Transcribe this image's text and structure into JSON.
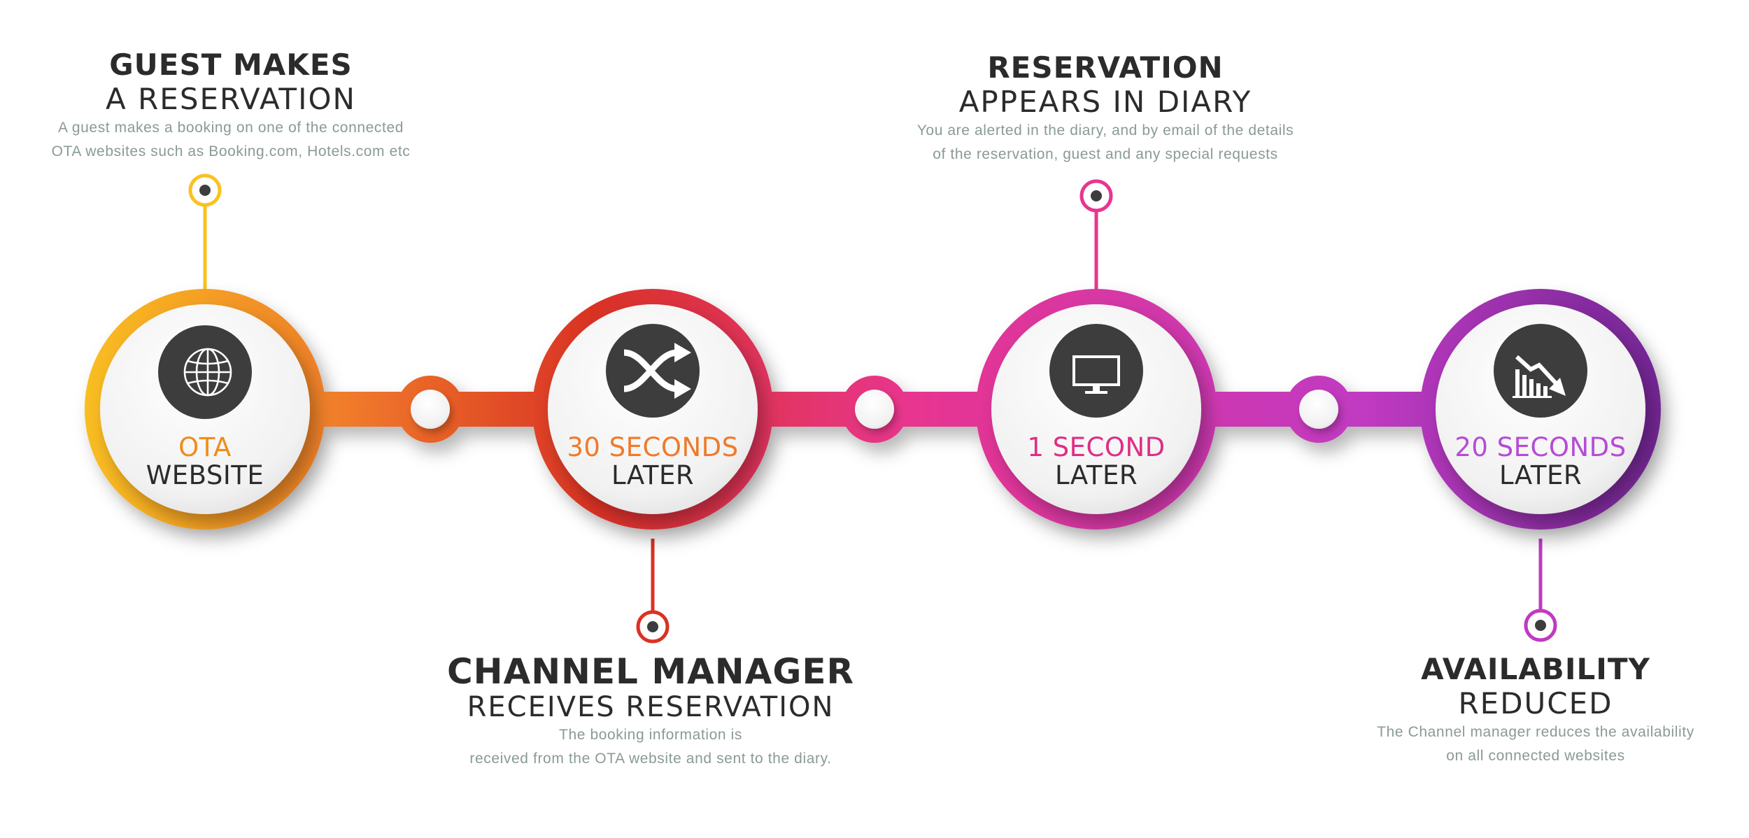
{
  "colors": {
    "yellow": "#f9c21f",
    "orange": "#f07a2a",
    "red": "#d93224",
    "pink": "#e8358f",
    "magenta": "#c03ac2",
    "purple": "#7a2a9a",
    "dark_icon_bg": "#3d3d3d",
    "label_orange": "#f08c1a",
    "label_pink": "#e02d86",
    "label_violet": "#b64bd6"
  },
  "steps": [
    {
      "icon": "globe-icon",
      "label_top": "OTA",
      "label_bottom": "WEBSITE",
      "title_bold": "GUEST MAKES",
      "title_light": "A RESERVATION",
      "desc_1": "A guest makes a booking on one of the connected",
      "desc_2": "OTA websites such as Booking.com, Hotels.com etc"
    },
    {
      "icon": "shuffle-icon",
      "label_top": "30 SECONDS",
      "label_bottom": "LATER",
      "title_bold": "CHANNEL MANAGER",
      "title_light": "RECEIVES RESERVATION",
      "desc_1": "The booking information is",
      "desc_2": "received from the OTA website and sent to the diary."
    },
    {
      "icon": "monitor-icon",
      "label_top": "1 SECOND",
      "label_bottom": "LATER",
      "title_bold": "RESERVATION",
      "title_light": "APPEARS IN DIARY",
      "desc_1": "You are alerted in the diary, and by email of the details",
      "desc_2": "of the reservation, guest and any special requests"
    },
    {
      "icon": "decline-chart-icon",
      "label_top": "20 SECONDS",
      "label_bottom": "LATER",
      "title_bold": "AVAILABILITY",
      "title_light": "REDUCED",
      "desc_1": "The Channel manager reduces the availability",
      "desc_2": "on all connected websites"
    }
  ]
}
